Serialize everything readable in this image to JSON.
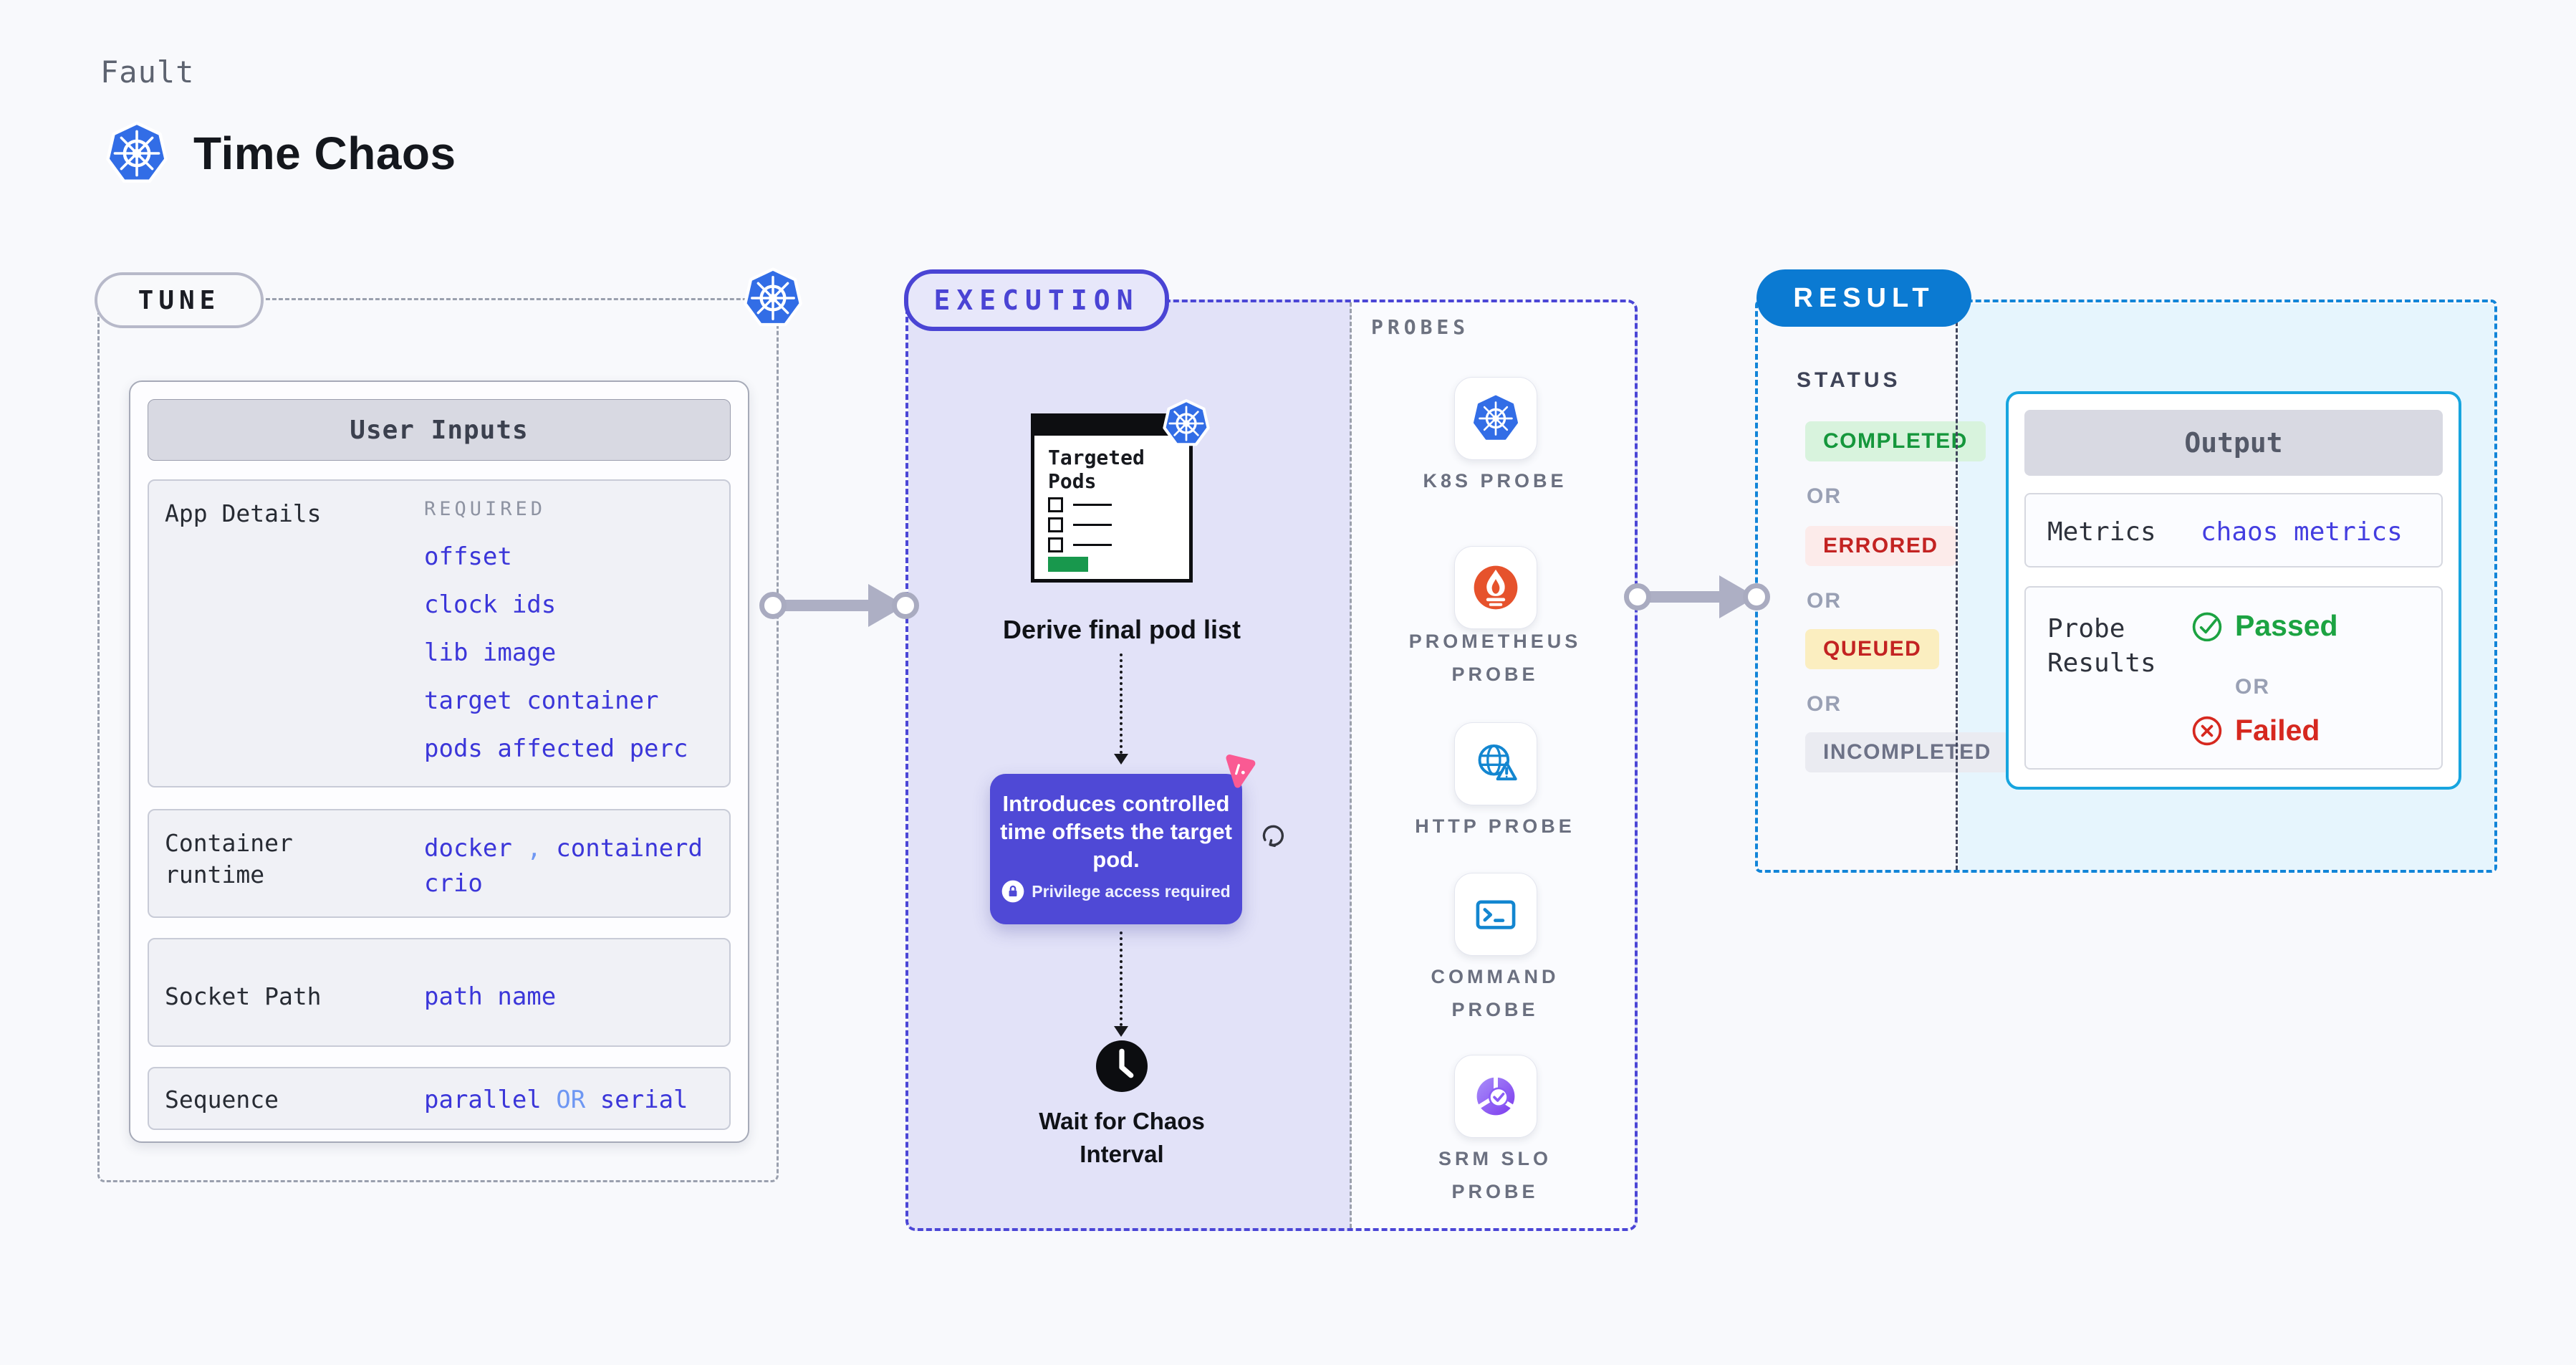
{
  "header": {
    "eyebrow": "Fault",
    "title": "Time Chaos"
  },
  "tune": {
    "badge": "TUNE",
    "user_inputs_title": "User Inputs",
    "app_details": {
      "label": "App Details",
      "tag": "REQUIRED",
      "values": [
        "offset",
        "clock ids",
        "lib image",
        "target container",
        "pods affected perc"
      ]
    },
    "container_runtime": {
      "label": "Container runtime",
      "value1": "docker",
      "separator": ",",
      "value2": "containerd",
      "value3": "crio"
    },
    "socket_path": {
      "label": "Socket Path",
      "value": "path name"
    },
    "sequence": {
      "label": "Sequence",
      "value1": "parallel",
      "or": "OR",
      "value2": "serial"
    }
  },
  "execution": {
    "badge": "EXECUTION",
    "targeted_pods_title": "Targeted Pods",
    "derive_caption": "Derive final pod list",
    "tooltip": {
      "text": "Introduces controlled time offsets the target pod.",
      "note": "Privilege access required"
    },
    "wait_caption": "Wait for Chaos Interval"
  },
  "probes": {
    "title": "PROBES",
    "items": [
      {
        "label": "K8S PROBE",
        "icon": "kubernetes-icon"
      },
      {
        "label": "PROMETHEUS PROBE",
        "icon": "prometheus-icon"
      },
      {
        "label": "HTTP PROBE",
        "icon": "globe-warning-icon"
      },
      {
        "label": "COMMAND PROBE",
        "icon": "terminal-icon"
      },
      {
        "label": "SRM SLO PROBE",
        "icon": "slo-gauge-check-icon"
      }
    ]
  },
  "result": {
    "badge": "RESULT",
    "status_title": "STATUS",
    "or_label": "OR",
    "statuses": [
      {
        "label": "COMPLETED",
        "color": "#15973c",
        "bg": "#d8f3dd"
      },
      {
        "label": "ERRORED",
        "color": "#c32322",
        "bg": "#fcebea"
      },
      {
        "label": "QUEUED",
        "color": "#c32322",
        "bg": "#fbeec0"
      },
      {
        "label": "INCOMPLETED",
        "color": "#6d7287",
        "bg": "#eaebf1"
      }
    ],
    "output": {
      "title": "Output",
      "metrics_label": "Metrics",
      "metrics_value": "chaos metrics",
      "probe_results_label": "Probe Results",
      "passed_label": "Passed",
      "or_label": "OR",
      "failed_label": "Failed"
    }
  },
  "colors": {
    "page_bg": "#f8f9fc",
    "indigo_accent": "#4a44d4",
    "value_blue": "#3b36d9",
    "value_light_blue": "#6e97f3",
    "kubernetes_blue": "#326de6",
    "prometheus_orange": "#e6522c",
    "probe_icon_blue": "#1386d0",
    "srm_purple": "#8b5cf6",
    "result_blue": "#0b7ad2",
    "result_dash_blue": "#1285d8",
    "output_border_cyan": "#17a5df",
    "output_panel_bg": "#e6f5fd",
    "passed_green": "#1ca342",
    "failed_red": "#d6281f",
    "tooltip_bg": "#4f49d6",
    "chaos_pink": "#fa5a93",
    "arrow_gray": "#adafc4",
    "targeted_green": "#18984d"
  }
}
